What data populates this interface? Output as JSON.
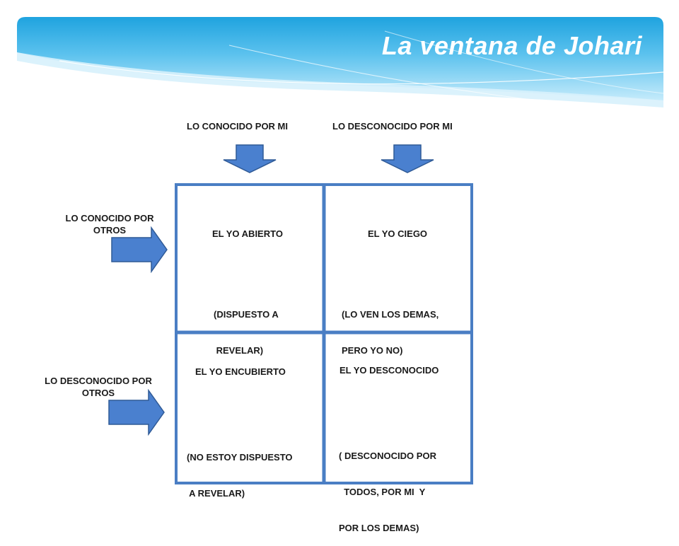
{
  "title": "La ventana de Johari",
  "columns": {
    "known_by_me": "LO CONOCIDO POR MI",
    "unknown_by_me": "LO DESCONOCIDO POR MI"
  },
  "rows": {
    "known_by_others": [
      "LO CONOCIDO POR",
      "OTROS"
    ],
    "unknown_by_others": [
      "LO DESCONOCIDO POR",
      "OTROS"
    ]
  },
  "quadrants": {
    "open": {
      "name": "EL YO ABIERTO",
      "desc": [
        "(DISPUESTO A",
        " REVELAR)"
      ]
    },
    "blind": {
      "name": "EL YO CIEGO",
      "desc": [
        "(LO VEN LOS DEMAS,",
        "PERO YO NO)"
      ]
    },
    "hidden": {
      "name": "EL YO ENCUBIERTO",
      "desc": [
        "(NO ESTOY DISPUESTO",
        " A REVELAR)"
      ]
    },
    "unknown": {
      "name": "EL YO DESCONOCIDO",
      "desc": [
        "( DESCONOCIDO POR",
        "  TODOS, POR MI  Y",
        "POR LOS DEMAS)"
      ]
    }
  },
  "colors": {
    "banner_light": "#bfe8fa",
    "banner_mid": "#6fcaf0",
    "banner_dark": "#29a9e1",
    "grid_line": "#4a7ec4",
    "arrow_fill": "#4a80cf",
    "arrow_stroke": "#2f5a96"
  }
}
